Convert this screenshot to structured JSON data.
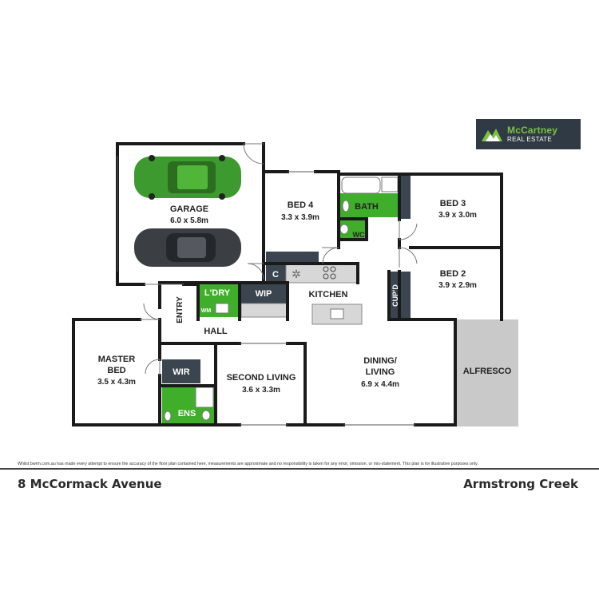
{
  "logo": {
    "name": "McCartney",
    "subtitle": "REAL ESTATE",
    "accent_color": "#7cc242",
    "bg_color": "#2f3a44"
  },
  "rooms": {
    "garage": {
      "name": "GARAGE",
      "dims": "6.0 x 5.8m"
    },
    "bed4": {
      "name": "BED 4",
      "dims": "3.3 x 3.9m"
    },
    "bath": {
      "name": "BATH"
    },
    "wc": {
      "name": "WC"
    },
    "bed3": {
      "name": "BED 3",
      "dims": "3.9 x 3.0m"
    },
    "bed2": {
      "name": "BED 2",
      "dims": "3.9 x 2.9m"
    },
    "c": {
      "name": "C"
    },
    "kitchen": {
      "name": "KITCHEN"
    },
    "ldry": {
      "name": "L'DRY"
    },
    "wm": {
      "name": "WM"
    },
    "wip": {
      "name": "WIP"
    },
    "cupd": {
      "name": "CUP'D"
    },
    "entry": {
      "name": "ENTRY"
    },
    "hall": {
      "name": "HALL"
    },
    "master": {
      "name_line1": "MASTER",
      "name_line2": "BED",
      "dims": "3.5 x 4.3m"
    },
    "wir": {
      "name": "WIR"
    },
    "ens": {
      "name": "ENS"
    },
    "second_living": {
      "name": "SECOND LIVING",
      "dims": "3.6 x 3.3m"
    },
    "dining": {
      "name_line1": "DINING/",
      "name_line2": "LIVING",
      "dims": "6.9 x 4.4m"
    },
    "alfresco": {
      "name": "ALFRESCO"
    }
  },
  "colors": {
    "wet_area": "#3fae2a",
    "joinery": "#3a4550",
    "wall": "#1a1a1a",
    "alfresco": "#c9c9c9",
    "car_green": "#3d9a2e",
    "car_dark": "#3b3f44"
  },
  "disclaimer": "Whilst bwrm.com.au has made every attempt to ensure the accuracy of the floor plan contained here, measurements are approximate and no responsibility is taken for any error, omission, or mis-statement. This plan is for illustrative purposes only.",
  "footer": {
    "address": "8 McCormack Avenue",
    "suburb": "Armstrong Creek"
  }
}
